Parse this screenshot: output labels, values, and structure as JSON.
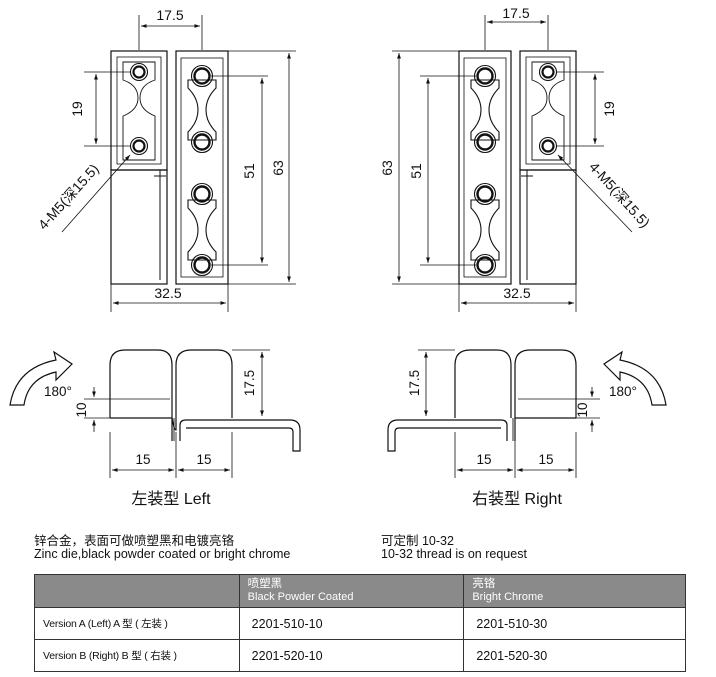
{
  "dims": {
    "width_top": "17.5",
    "hole_pitch": "19",
    "thread": "4-M5(深15.5)",
    "inner_pitch": "51",
    "height_total": "63",
    "base_width": "32.5",
    "angle": "180°",
    "offset": "10",
    "knuckle_height": "17.5",
    "leaf_width": "15"
  },
  "captions": {
    "left": "左装型 Left",
    "right": "右装型 Right"
  },
  "notes": {
    "material_cn": "锌合金，表面可做喷塑黑和电镀亮铬",
    "material_en": "Zinc die,black powder coated or bright chrome",
    "custom_cn": "可定制 10-32",
    "custom_en": "10-32 thread is on request"
  },
  "table": {
    "headers": [
      {
        "cn": "",
        "en": ""
      },
      {
        "cn": "喷塑黑",
        "en": "Black  Powder Coated"
      },
      {
        "cn": "亮铬",
        "en": "Bright Chrome"
      }
    ],
    "rows": [
      {
        "label": "Version A (Left)  A 型 ( 左装 )",
        "black": "2201-510-10",
        "chrome": "2201-510-30"
      },
      {
        "label": "Version B (Right)  B 型 ( 右装 )",
        "black": "2201-520-10",
        "chrome": "2201-520-30"
      }
    ]
  }
}
